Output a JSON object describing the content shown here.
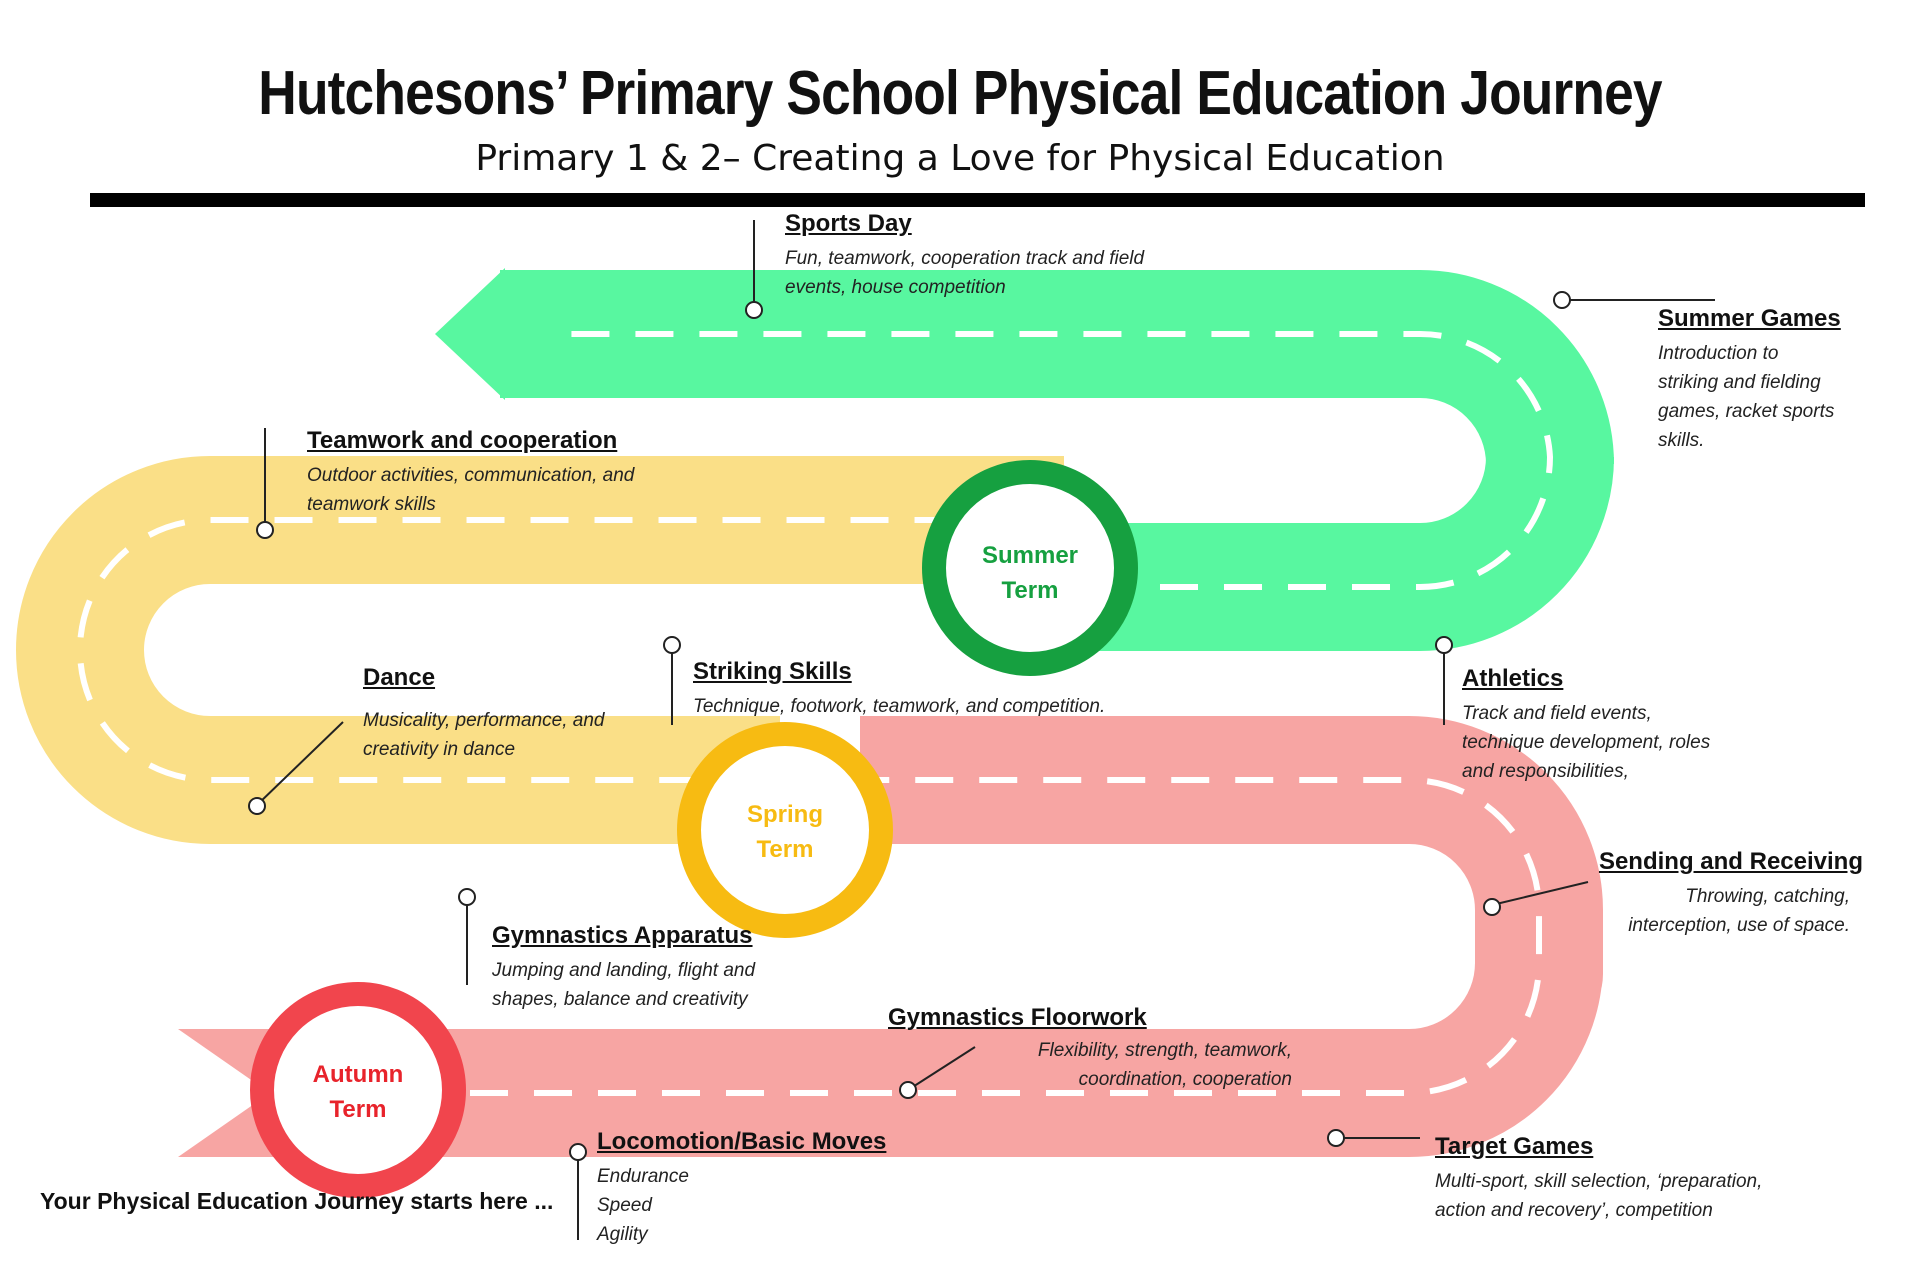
{
  "header": {
    "title": "Hutchesons’ Primary School Physical Education Journey",
    "subtitle": "Primary 1 & 2– Creating a Love for Physical Education"
  },
  "colors": {
    "summer_road": "#58F7A0",
    "spring_road": "#FADF87",
    "autumn_road": "#F7A5A3",
    "summer_ring": "#16A040",
    "spring_ring": "#F7BB12",
    "autumn_ring": "#F1454D",
    "summer_text": "#16A040",
    "spring_text": "#F7BB12",
    "autumn_text": "#E8232B"
  },
  "terms": {
    "summer": {
      "line1": "Summer",
      "line2": "Term"
    },
    "spring": {
      "line1": "Spring",
      "line2": "Term"
    },
    "autumn": {
      "line1": "Autumn",
      "line2": "Term"
    }
  },
  "milestones": {
    "sports_day": {
      "heading": "Sports Day",
      "lines": [
        "Fun, teamwork, cooperation track and field",
        "events, house competition"
      ]
    },
    "summer_games": {
      "heading": "Summer Games",
      "lines": [
        "Introduction to",
        "striking and fielding",
        "games, racket sports",
        "skills."
      ]
    },
    "teamwork": {
      "heading": "Teamwork and cooperation",
      "lines": [
        "Outdoor activities, communication, and",
        "teamwork skills"
      ]
    },
    "dance": {
      "heading": "Dance",
      "lines": [
        "Musicality, performance, and",
        "creativity in dance"
      ]
    },
    "striking": {
      "heading": "Striking Skills",
      "lines": [
        "Technique, footwork, teamwork, and competition."
      ]
    },
    "athletics": {
      "heading": "Athletics",
      "lines": [
        "Track and field events,",
        "technique development, roles",
        "and responsibilities,"
      ]
    },
    "sending": {
      "heading": "Sending and Receiving",
      "lines": [
        "Throwing, catching,",
        "interception, use of space."
      ]
    },
    "apparatus": {
      "heading": "Gymnastics Apparatus",
      "lines": [
        "Jumping and landing, flight and",
        "shapes, balance and creativity"
      ]
    },
    "floorwork": {
      "heading": "Gymnastics Floorwork",
      "lines": [
        "Flexibility, strength, teamwork,",
        "coordination, cooperation"
      ]
    },
    "locomotion": {
      "heading": "Locomotion/Basic Moves",
      "lines": [
        "Endurance",
        "Speed",
        "Agility"
      ]
    },
    "target": {
      "heading": "Target Games",
      "lines": [
        "Multi-sport, skill selection, ‘preparation,",
        "action and recovery’, competition"
      ]
    }
  },
  "footer": {
    "start_text": "Your Physical Education Journey starts here ..."
  }
}
